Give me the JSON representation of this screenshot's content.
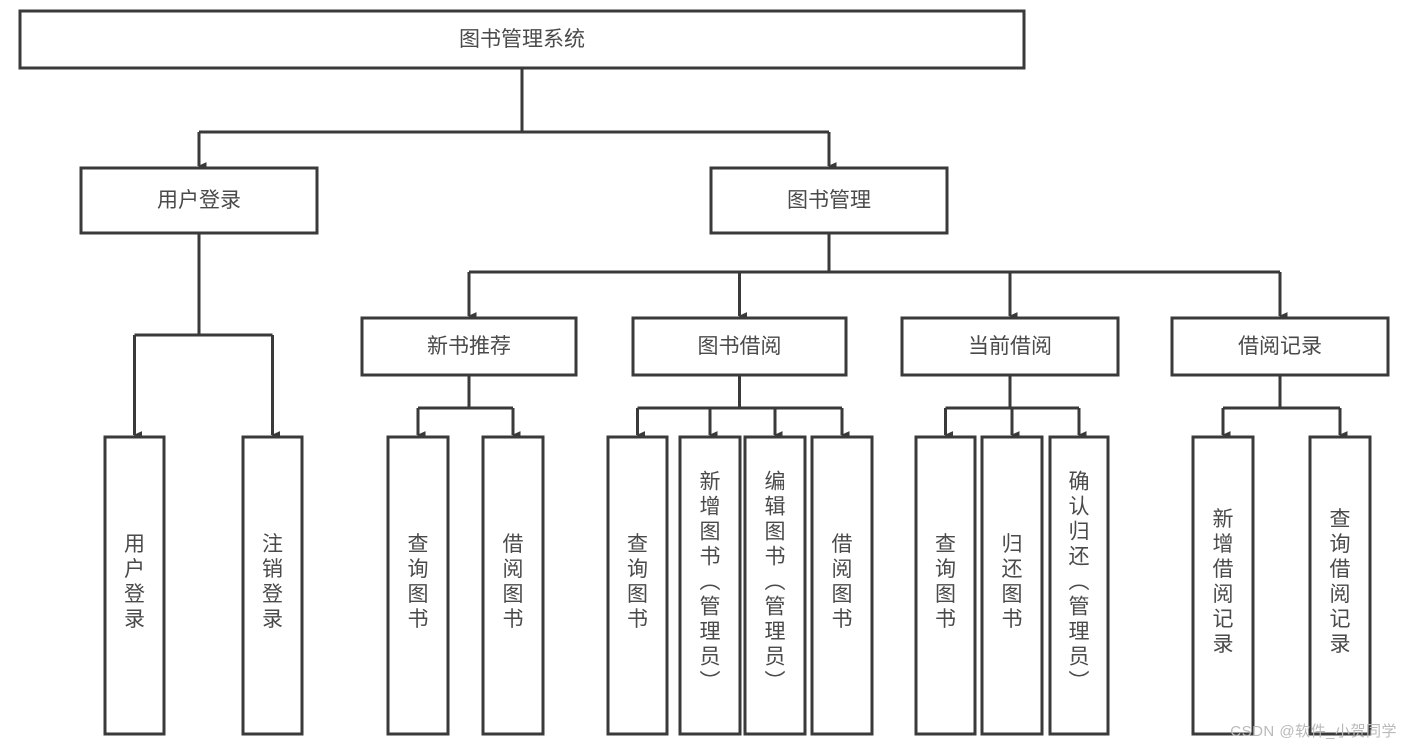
{
  "diagram": {
    "title": "图书管理系统",
    "watermark": "CSDN @软件_小贺同学",
    "arrow_color": "#3a3a3a",
    "box_fill": "#ffffff",
    "text_color": "#4a4a4a",
    "root": {
      "label": "图书管理系统"
    },
    "level2": [
      {
        "id": "user-login",
        "label": "用户登录"
      },
      {
        "id": "book-management",
        "label": "图书管理"
      }
    ],
    "level3": [
      {
        "id": "new-book-recommend",
        "label": "新书推荐"
      },
      {
        "id": "book-borrow",
        "label": "图书借阅"
      },
      {
        "id": "current-borrow",
        "label": "当前借阅"
      },
      {
        "id": "borrow-record",
        "label": "借阅记录"
      }
    ],
    "leaves": [
      {
        "id": "leaf-user-login",
        "parent": "user-login",
        "label": "用户登录"
      },
      {
        "id": "leaf-logout",
        "parent": "user-login",
        "label": "注销登录"
      },
      {
        "id": "leaf-query-book-1",
        "parent": "new-book-recommend",
        "label": "查询图书"
      },
      {
        "id": "leaf-borrow-book-1",
        "parent": "new-book-recommend",
        "label": "借阅图书"
      },
      {
        "id": "leaf-query-book-2",
        "parent": "book-borrow",
        "label": "查询图书"
      },
      {
        "id": "leaf-add-book",
        "parent": "book-borrow",
        "label": "新增图书（管理员）"
      },
      {
        "id": "leaf-edit-book",
        "parent": "book-borrow",
        "label": "编辑图书（管理员）"
      },
      {
        "id": "leaf-borrow-book-2",
        "parent": "book-borrow",
        "label": "借阅图书"
      },
      {
        "id": "leaf-query-book-3",
        "parent": "current-borrow",
        "label": "查询图书"
      },
      {
        "id": "leaf-return-book",
        "parent": "current-borrow",
        "label": "归还图书"
      },
      {
        "id": "leaf-confirm-return",
        "parent": "current-borrow",
        "label": "确认归还（管理员）"
      },
      {
        "id": "leaf-add-record",
        "parent": "borrow-record",
        "label": "新增借阅记录"
      },
      {
        "id": "leaf-query-record",
        "parent": "borrow-record",
        "label": "查询借阅记录"
      }
    ]
  }
}
